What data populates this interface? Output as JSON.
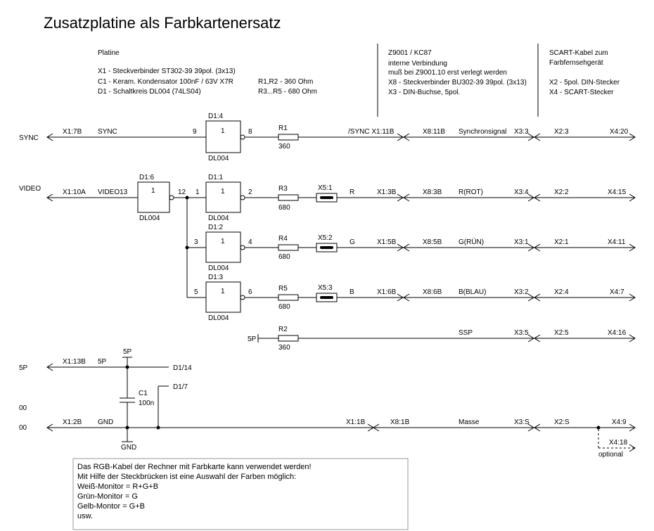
{
  "title": "Zusatzplatine als Farbkartenersatz",
  "header": {
    "platine": {
      "title": "Platine",
      "lines": [
        "X1 - Steckverbinder ST302-39 39pol. (3x13)",
        "C1 - Keram. Kondensator 100nF / 63V  X7R",
        "D1 - Schaltkreis DL004 (74LS04)"
      ],
      "resistors": [
        "R1,R2 - 360 Ohm",
        "R3...R5 - 680 Ohm"
      ]
    },
    "z9001": {
      "title": "Z9001 / KC87",
      "lines": [
        "interne Verbindung",
        "muß bei Z9001.10 erst verlegt werden",
        "X8 - Steckverbinder BU302-39 39pol. (3x13)",
        "X3 - DIN-Buchse, 5pol."
      ]
    },
    "scart": {
      "title": "SCART-Kabel zum",
      "lines": [
        "Farbfernsehgerät",
        "",
        "X2 - 5pol. DIN-Stecker",
        "X4 - SCART-Stecker"
      ]
    }
  },
  "left_labels": {
    "sync": "SYNC",
    "video": "VIDEO",
    "fivep": "5P",
    "zero1": "00",
    "zero2": "00"
  },
  "sync": {
    "x1": "X1:7B",
    "name": "SYNC",
    "pin_in": "9",
    "gate": "D1:4",
    "gate_sym": "1",
    "gate_type": "DL004",
    "pin_out": "8",
    "res": "R1",
    "res_val": "360",
    "x1b": "/SYNC  X1:11B",
    "x8": "X8:11B",
    "sig": "Synchronsignal",
    "x3": "X3:3",
    "x2": "X2:3",
    "x4": "X4:20"
  },
  "video": {
    "x1": "X1:10A",
    "name": "VIDEO13",
    "gate": "D1:6",
    "gate_sym": "1",
    "gate_type": "DL004",
    "pin_out": "12"
  },
  "channels": [
    {
      "pin_in": "1",
      "gate": "D1:1",
      "gate_sym": "1",
      "gate_type": "DL004",
      "pin_out": "2",
      "res": "R3",
      "res_val": "680",
      "jumper": "X5:1",
      "color": "R",
      "x1": "X1:3B",
      "x8": "X8:3B",
      "sig": "R(ROT)",
      "x3": "X3:4",
      "x2": "X2:2",
      "x4": "X4:15"
    },
    {
      "pin_in": "3",
      "gate": "D1:2",
      "gate_sym": "1",
      "gate_type": "DL004",
      "pin_out": "4",
      "res": "R4",
      "res_val": "680",
      "jumper": "X5:2",
      "color": "G",
      "x1": "X1:5B",
      "x8": "X8:5B",
      "sig": "G(RÜN)",
      "x3": "X3:1",
      "x2": "X2:1",
      "x4": "X4:11"
    },
    {
      "pin_in": "5",
      "gate": "D1:3",
      "gate_sym": "1",
      "gate_type": "DL004",
      "pin_out": "6",
      "res": "R5",
      "res_val": "680",
      "jumper": "X5:3",
      "color": "B",
      "x1": "X1:6B",
      "x8": "X8:6B",
      "sig": "B(BLAU)",
      "x3": "X3:2",
      "x2": "X2:4",
      "x4": "X4:7"
    }
  ],
  "ssp": {
    "src": "5P",
    "res": "R2",
    "res_val": "360",
    "sig": "SSP",
    "x3": "X3:5",
    "x2": "X2:5",
    "x4": "X4:16"
  },
  "power": {
    "x1": "X1:13B",
    "name": "5P",
    "top": "5P",
    "dest": "D1/14",
    "cap": "C1",
    "cap_val": "100n",
    "d17": "D1/7"
  },
  "ground": {
    "x1": "X1:2B",
    "name": "GND",
    "gnd": "GND",
    "x1b": "X1:1B",
    "x8": "X8:1B",
    "sig": "Masse",
    "x3": "X3:S",
    "x2": "X2:S",
    "x4": "X4:9",
    "x4b": "X4:18",
    "optional": "optional"
  },
  "note": {
    "lines": [
      "Das RGB-Kabel der Rechner mit Farbkarte kann verwendet werden!",
      "Mit Hilfe der Steckbrücken ist eine Auswahl der Farben möglich:",
      "Weiß-Monitor = R+G+B",
      "Grün-Monitor  = G",
      "Gelb-Montor  = G+B",
      "usw."
    ]
  }
}
